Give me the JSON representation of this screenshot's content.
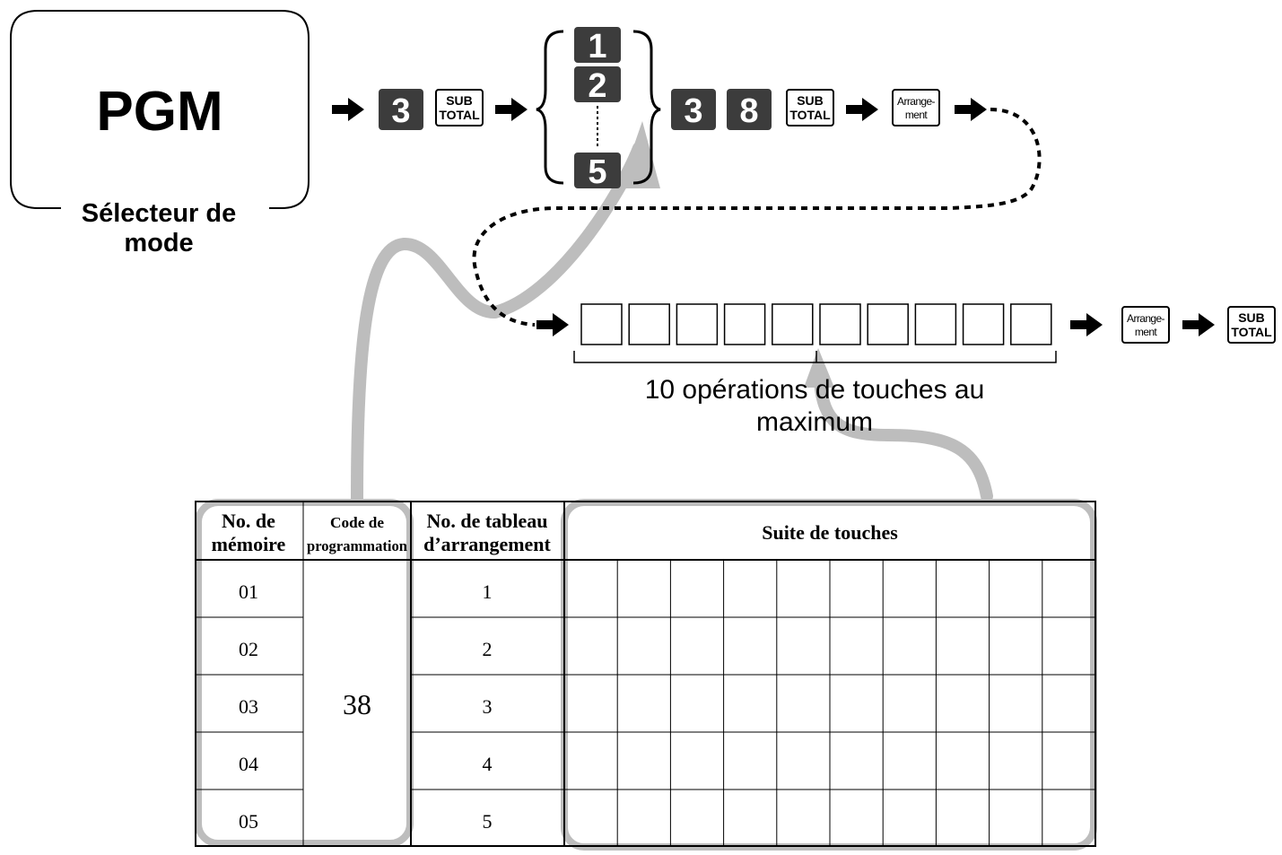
{
  "mode_box": {
    "label": "PGM",
    "caption_line1": "Sélecteur de",
    "caption_line2": "mode"
  },
  "keys": {
    "k3": "3",
    "k8": "8",
    "sub_top": "SUB",
    "sub_bottom": "TOTAL",
    "arr_top": "Arrange-",
    "arr_bottom": "ment",
    "brace_1": "1",
    "brace_2": "2",
    "brace_5": "5"
  },
  "entry": {
    "caption_line1": "10 opérations de touches au",
    "caption_line2": "maximum"
  },
  "table": {
    "headers": {
      "memoire_line1": "No. de",
      "memoire_line2": "mémoire",
      "code_line1": "Code de",
      "code_line2": "programmation",
      "tableau_line1": "No. de tableau",
      "tableau_line2": "d’arrangement",
      "suite": "Suite de touches"
    },
    "code_value": "38",
    "rows": [
      {
        "memoire": "01",
        "tableau": "1"
      },
      {
        "memoire": "02",
        "tableau": "2"
      },
      {
        "memoire": "03",
        "tableau": "3"
      },
      {
        "memoire": "04",
        "tableau": "4"
      },
      {
        "memoire": "05",
        "tableau": "5"
      }
    ]
  }
}
